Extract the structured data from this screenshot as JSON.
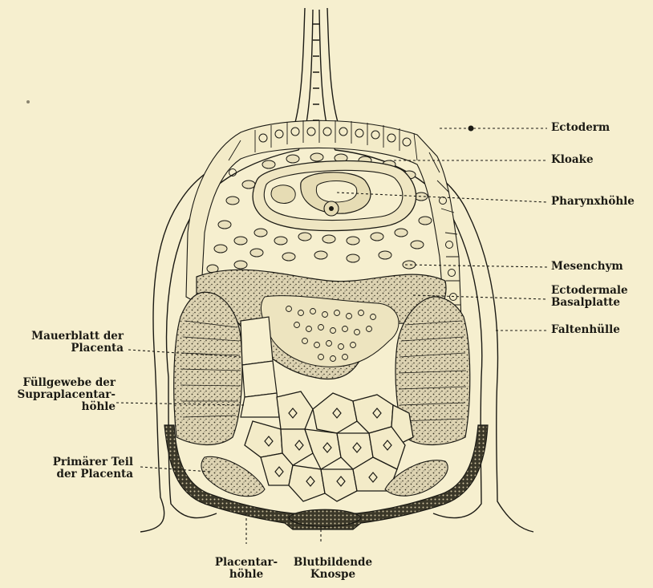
{
  "labels": {
    "ectoderm": [
      "Ectoderm"
    ],
    "kloake": [
      "Kloake"
    ],
    "pharynx": [
      "Pharynxhöhle"
    ],
    "mesenchym": [
      "Mesenchym"
    ],
    "basalplatte": [
      "Ectodermale",
      "Basalplatte"
    ],
    "faltenhuelle": [
      "Faltenhülle"
    ],
    "mauerblatt": [
      "Mauerblatt der",
      "Placenta"
    ],
    "fuellgewebe": [
      "Füllgewebe der",
      "Supraplacentar-",
      "höhle"
    ],
    "primaerer": [
      "Primärer Teil",
      "der Placenta"
    ],
    "placentarhoehle": [
      "Placentar-",
      "höhle"
    ],
    "blutbildende": [
      "Blutbildende",
      "Knospe"
    ]
  },
  "colors": {
    "background": "#f6efcf",
    "ink": "#1b1a14",
    "stipple": "#d9cfb0"
  }
}
